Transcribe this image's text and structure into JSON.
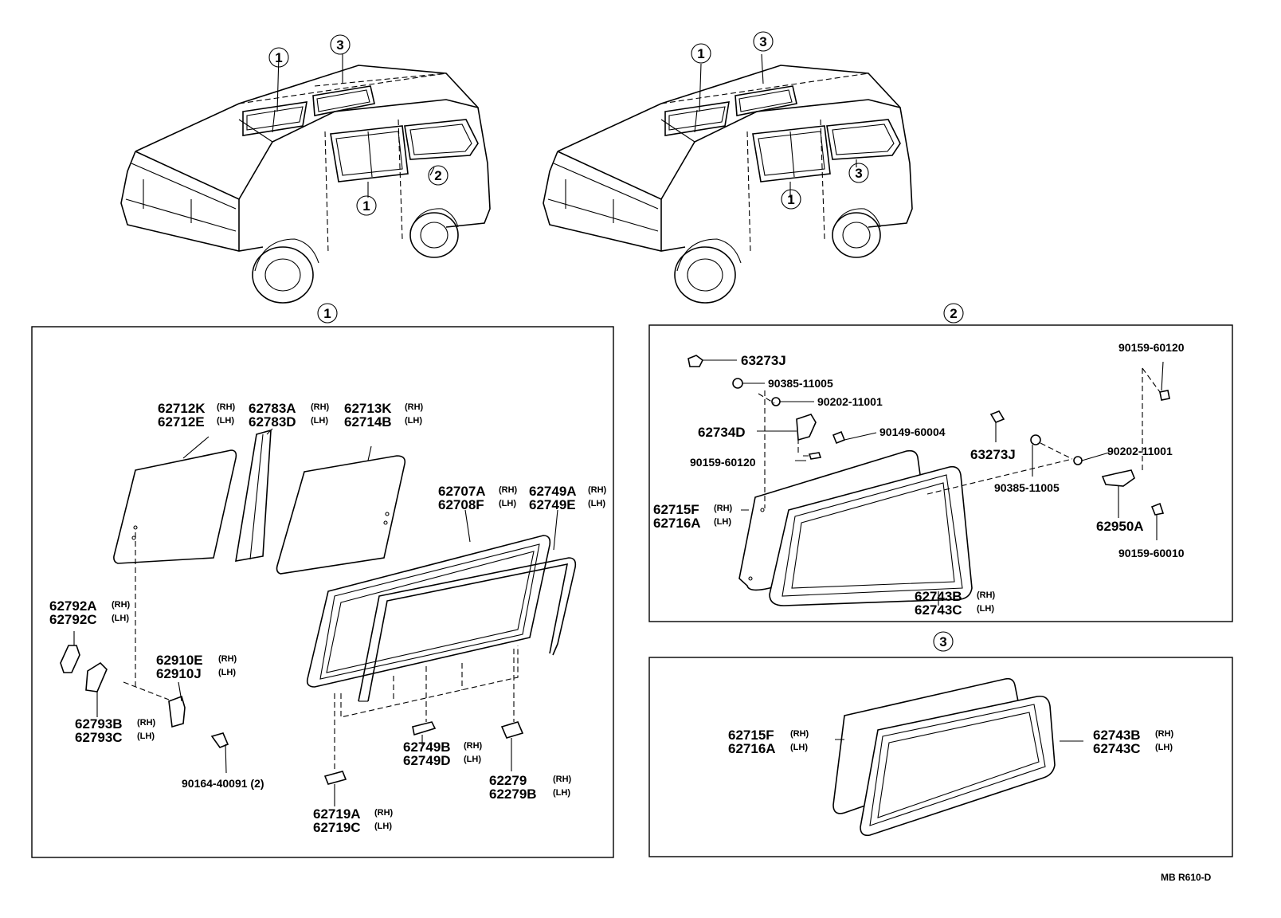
{
  "reference": "MB  R610-D",
  "callouts": {
    "c1": "1",
    "c2": "2",
    "c3": "3"
  },
  "side": {
    "rh": "(RH)",
    "lh": "(LH)"
  },
  "group1": {
    "p62712K": "62712K",
    "p62712E": "62712E",
    "p62783A": "62783A",
    "p62783D": "62783D",
    "p62713K": "62713K",
    "p62714B": "62714B",
    "p62707A": "62707A",
    "p62708F": "62708F",
    "p62749A": "62749A",
    "p62749E": "62749E",
    "p62792A": "62792A",
    "p62792C": "62792C",
    "p62910E": "62910E",
    "p62910J": "62910J",
    "p62793B": "62793B",
    "p62793C": "62793C",
    "p90164": "90164-40091 (2)",
    "p62749B": "62749B",
    "p62749D": "62749D",
    "p62279": "62279",
    "p62279B": "62279B",
    "p62719A": "62719A",
    "p62719C": "62719C"
  },
  "group2": {
    "p63273J_a": "63273J",
    "p90385_a": "90385-11005",
    "p90202_a": "90202-11001",
    "p62734D": "62734D",
    "p90149": "90149-60004",
    "p90159_a": "90159-60120",
    "p63273J_b": "63273J",
    "p90385_b": "90385-11005",
    "p90202_b": "90202-11001",
    "p90159_b": "90159-60120",
    "p62950A": "62950A",
    "p90159_c": "90159-60010",
    "p62715F": "62715F",
    "p62716A": "62716A",
    "p62743B": "62743B",
    "p62743C": "62743C"
  },
  "group3": {
    "p62715F": "62715F",
    "p62716A": "62716A",
    "p62743B": "62743B",
    "p62743C": "62743C"
  }
}
